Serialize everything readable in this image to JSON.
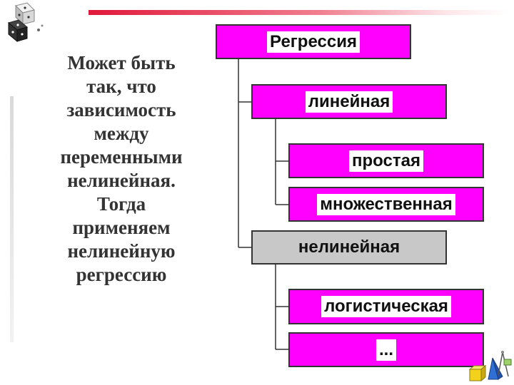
{
  "left_text": {
    "lines": [
      "Может быть",
      "так, что",
      "зависимость",
      "между",
      "переменными",
      "нелинейная.",
      "Тогда",
      "применяем",
      "нелинейную",
      "регрессию"
    ]
  },
  "tree": {
    "root": "Регрессия",
    "linear": "линейная",
    "simple": "простая",
    "multiple": "множественная",
    "nonlinear": "нелинейная",
    "logistic": "логистическая",
    "other": "..."
  },
  "colors": {
    "node_fill": "#ff00ff",
    "nonlinear_fill": "#c8c8c8",
    "top_line": "#e0183a"
  },
  "icons": {
    "top_left": "dice-icon",
    "bottom_right": "geometry-shapes-icon"
  }
}
